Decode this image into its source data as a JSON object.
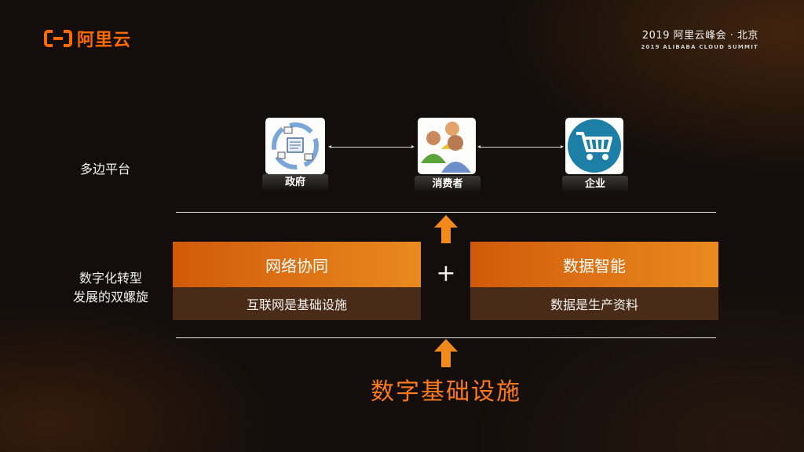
{
  "header": {
    "logo_text": "阿里云",
    "summit_cn": "2019 阿里云峰会 · 北京",
    "summit_en": "2019 ALIBABA CLOUD SUMMIT"
  },
  "platform": {
    "label": "多边平台",
    "nodes": [
      {
        "icon": "network-document-icon",
        "label": "政府"
      },
      {
        "icon": "people-group-icon",
        "label": "消费者"
      },
      {
        "icon": "shopping-cart-icon",
        "label": "企业"
      }
    ]
  },
  "middle": {
    "label_line1": "数字化转型",
    "label_line2": "发展的双螺旋",
    "plus": "+",
    "left_box": {
      "title": "网络协同",
      "subtitle": "互联网是基础设施"
    },
    "right_box": {
      "title": "数据智能",
      "subtitle": "数据是生产资料"
    }
  },
  "bottom": {
    "title": "数字基础设施"
  },
  "colors": {
    "accent": "#ff6a00",
    "box_gradient_start": "#d15a0a",
    "box_gradient_end": "#e98a1e",
    "box_bottom": "#4a2b18",
    "title_orange": "#ff7a1a"
  }
}
